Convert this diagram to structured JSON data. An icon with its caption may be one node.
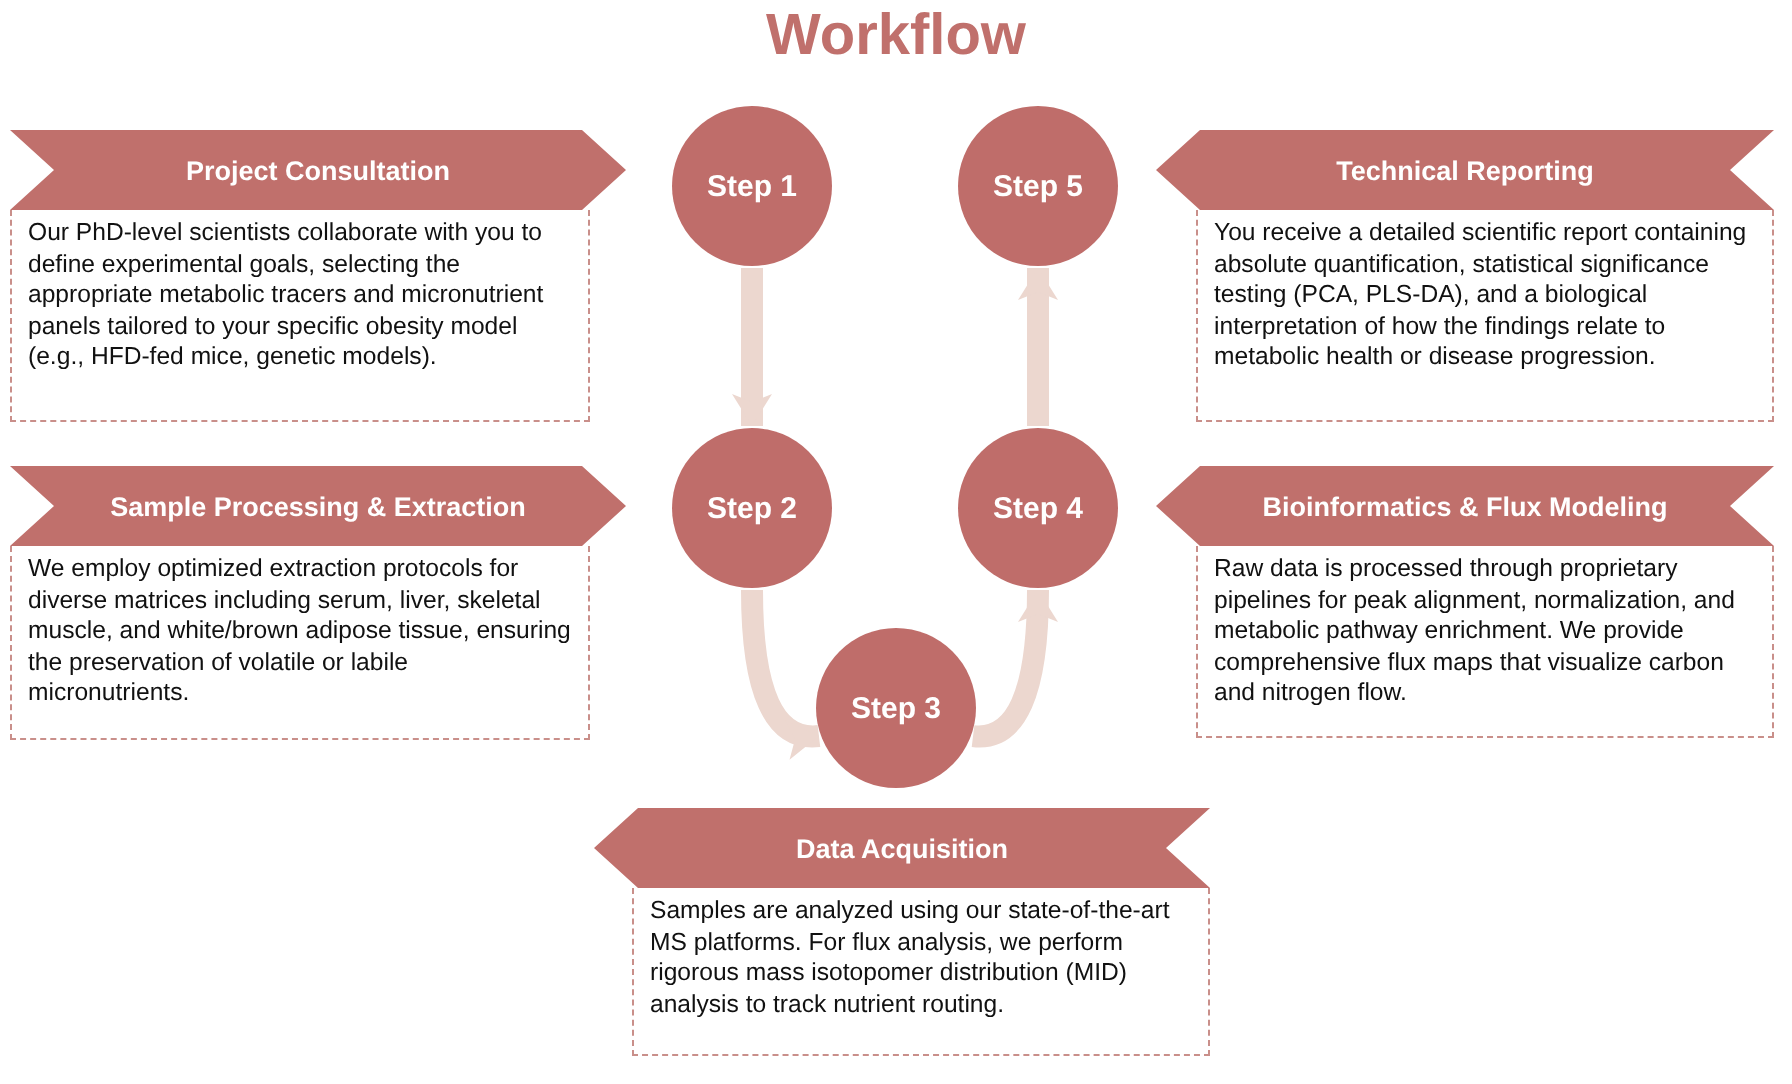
{
  "diagram": {
    "title": "Workflow",
    "nodes": [
      {
        "text": [
          "Project Consultation"
        ]
      },
      {
        "text": [
          "Our PhD-level scientists collaborate with you to define experimental goals, selecting the appropriate metabolic tracers and micronutrient panels tailored to your specific obesity model (e.g., HFD-fed mice, genetic models)."
        ]
      },
      {
        "text": [
          "Step 1"
        ]
      },
      {
        "text": [
          "Step 5"
        ]
      },
      {
        "text": [
          "Technical Reporting"
        ]
      },
      {
        "text": [
          "You receive a detailed scientific report containing absolute quantification, statistical significance testing (PCA, PLS-DA), and a biological interpretation of how the findings relate to metabolic health or disease progression."
        ]
      },
      {
        "text": [
          "Sample Processing & Extraction"
        ]
      },
      {
        "text": [
          "We employ optimized extraction protocols for diverse matrices including serum, liver, skeletal muscle, and white/brown adipose tissue, ensuring the preservation of volatile or labile micronutrients."
        ]
      },
      {
        "text": [
          "Step 2"
        ]
      },
      {
        "text": [
          "Step 4"
        ]
      },
      {
        "text": [
          "Bioinformatics & Flux Modeling"
        ]
      },
      {
        "text": [
          "Raw data is processed through proprietary pipelines for peak alignment, normalization, and metabolic pathway enrichment. We provide comprehensive flux maps that visualize carbon and nitrogen flow."
        ]
      },
      {
        "text": [
          "Step 3"
        ]
      },
      {
        "text": [
          "Data Acquisition"
        ]
      },
      {
        "text": [
          "Samples are analyzed using our state-of-the-art MS platforms. For flux analysis, we perform rigorous mass isotopomer distribution (MID) analysis to track nutrient routing."
        ]
      }
    ],
    "edges": [
      {
        "from": 2,
        "to": 8,
        "arrow": "to"
      },
      {
        "from": 8,
        "to": 12,
        "arrow": "to"
      },
      {
        "from": 12,
        "to": 9,
        "arrow": "to"
      },
      {
        "from": 9,
        "to": 3,
        "arrow": "to"
      }
    ]
  }
}
